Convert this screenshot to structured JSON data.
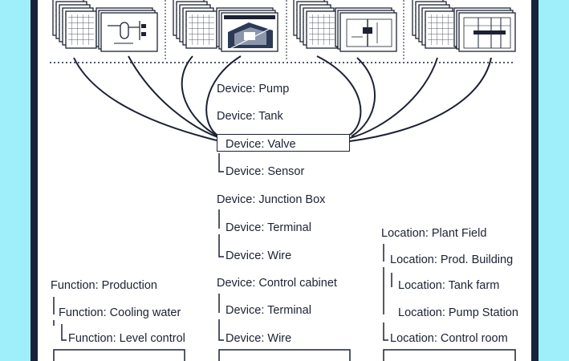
{
  "colors": {
    "background": "#9eeffa",
    "frame": "#16223a",
    "ink": "#1c2233",
    "panel": "#ffffff"
  },
  "document_thumbnails": [
    {
      "group": 1,
      "kind": "grid-sheets",
      "icon": "grid-document-stack-icon"
    },
    {
      "group": 1,
      "kind": "pid-drawing",
      "icon": "tank-pid-drawing-icon"
    },
    {
      "group": 2,
      "kind": "grid-sheets",
      "icon": "grid-document-stack-icon"
    },
    {
      "group": 2,
      "kind": "3d-model",
      "icon": "3d-model-screen-icon"
    },
    {
      "group": 3,
      "kind": "grid-sheets",
      "icon": "grid-document-stack-icon"
    },
    {
      "group": 3,
      "kind": "layout-drawing",
      "icon": "layout-drawing-icon"
    },
    {
      "group": 4,
      "kind": "grid-sheets",
      "icon": "grid-document-stack-icon"
    },
    {
      "group": 4,
      "kind": "cabinet-drawing",
      "icon": "cabinet-drawing-icon"
    }
  ],
  "device_tree": {
    "items": [
      {
        "label": "Device: Pump"
      },
      {
        "label": "Device: Tank"
      },
      {
        "label": "Device: Valve",
        "highlighted": true
      },
      {
        "label": "Device: Sensor"
      },
      {
        "label": "Device: Junction Box"
      },
      {
        "label": "Device: Terminal"
      },
      {
        "label": "Device: Wire"
      },
      {
        "label": "Device: Control cabinet"
      },
      {
        "label": "Device: Terminal"
      },
      {
        "label": "Device: Wire"
      }
    ]
  },
  "function_tree": {
    "items": [
      {
        "label": "Function: Production"
      },
      {
        "label": "Function: Cooling water"
      },
      {
        "label": "Function: Level control"
      }
    ]
  },
  "location_tree": {
    "items": [
      {
        "label": "Location: Plant Field"
      },
      {
        "label": "Location: Prod. Building"
      },
      {
        "label": "Location: Tank farm"
      },
      {
        "label": "Location: Pump Station"
      },
      {
        "label": "Location: Control room"
      }
    ]
  }
}
